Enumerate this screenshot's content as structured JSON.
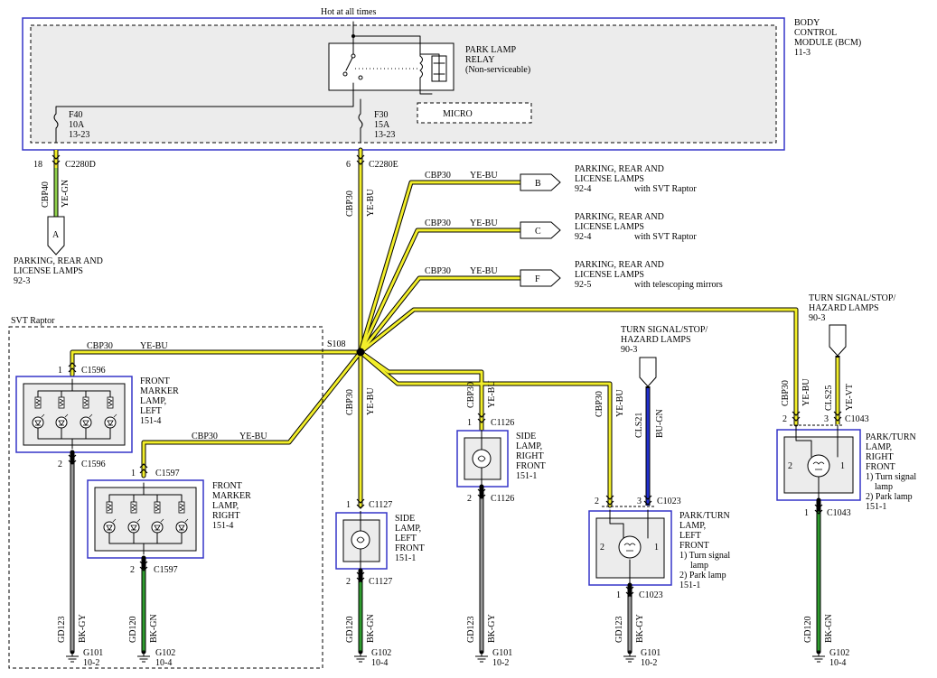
{
  "bcm": {
    "hot": "Hot at all times",
    "name": [
      "BODY",
      "CONTROL",
      "MODULE (BCM)",
      "11-3"
    ],
    "relay": [
      "PARK LAMP",
      "RELAY",
      "(Non-serviceable)"
    ],
    "micro": "MICRO",
    "fuse_left": [
      "F40",
      "10A",
      "13-23"
    ],
    "fuse_right": [
      "F30",
      "15A",
      "13-23"
    ]
  },
  "connectors": {
    "c2280d": {
      "pin": "18",
      "name": "C2280D"
    },
    "c2280e": {
      "pin": "6",
      "name": "C2280E"
    },
    "c1596_top": {
      "pin": "1",
      "name": "C1596"
    },
    "c1596_bot": {
      "pin": "2",
      "name": "C1596"
    },
    "c1597_top": {
      "pin": "1",
      "name": "C1597"
    },
    "c1597_bot": {
      "pin": "2",
      "name": "C1597"
    },
    "c1127_top": {
      "pin": "1",
      "name": "C1127"
    },
    "c1127_bot": {
      "pin": "2",
      "name": "C1127"
    },
    "c1126_top": {
      "pin": "1",
      "name": "C1126"
    },
    "c1126_bot": {
      "pin": "2",
      "name": "C1126"
    },
    "c1023_2": {
      "pin": "2",
      "name": ""
    },
    "c1023_3": {
      "pin": "3",
      "name": "C1023"
    },
    "c1023_bot": {
      "pin": "1",
      "name": "C1023"
    },
    "c1043_2": {
      "pin": "2",
      "name": ""
    },
    "c1043_3": {
      "pin": "3",
      "name": "C1043"
    },
    "c1043_bot": {
      "pin": "1",
      "name": "C1043"
    }
  },
  "wires": {
    "cbp40": {
      "circuit": "CBP40",
      "color": "YE-GN"
    },
    "cbp30": {
      "circuit": "CBP30",
      "color": "YE-BU"
    },
    "cls21": {
      "circuit": "CLS21",
      "color": "BU-GN"
    },
    "cls25": {
      "circuit": "CLS25",
      "color": "YE-VT"
    },
    "gd123": {
      "circuit": "GD123",
      "color": "BK-GY"
    },
    "gd120": {
      "circuit": "GD120",
      "color": "BK-GN"
    }
  },
  "offpage": {
    "a": {
      "letter": "A",
      "label": [
        "PARKING, REAR AND",
        "LICENSE LAMPS",
        "92-3"
      ]
    },
    "b": {
      "letter": "B",
      "label": [
        "PARKING, REAR AND",
        "LICENSE LAMPS",
        "92-4"
      ],
      "note": "with SVT Raptor"
    },
    "c": {
      "letter": "C",
      "label": [
        "PARKING, REAR AND",
        "LICENSE LAMPS",
        "92-4"
      ],
      "note": "with SVT Raptor"
    },
    "f": {
      "letter": "F",
      "label": [
        "PARKING, REAR AND",
        "LICENSE LAMPS",
        "92-5"
      ],
      "note": "with telescoping mirrors"
    },
    "turn_top": {
      "label": [
        "TURN SIGNAL/STOP/",
        "HAZARD LAMPS",
        "90-3"
      ]
    },
    "turn_mid": {
      "label": [
        "TURN SIGNAL/STOP/",
        "HAZARD LAMPS",
        "90-3"
      ]
    }
  },
  "splice": "S108",
  "svt_box": "SVT Raptor",
  "components": {
    "fml_left": [
      "FRONT",
      "MARKER",
      "LAMP,",
      "LEFT",
      "151-4"
    ],
    "fml_right": [
      "FRONT",
      "MARKER",
      "LAMP,",
      "RIGHT",
      "151-4"
    ],
    "side_left": [
      "SIDE",
      "LAMP,",
      "LEFT",
      "FRONT",
      "151-1"
    ],
    "side_right": [
      "SIDE",
      "LAMP,",
      "RIGHT",
      "FRONT",
      "151-1"
    ],
    "park_left": [
      "PARK/TURN",
      "LAMP,",
      "LEFT",
      "FRONT",
      "1) Turn signal",
      "lamp",
      "2) Park lamp",
      "151-1"
    ],
    "park_right": [
      "PARK/TURN",
      "LAMP,",
      "RIGHT",
      "FRONT",
      "1) Turn signal",
      "lamp",
      "2) Park lamp",
      "151-1"
    ],
    "bulb_pins": {
      "left": "2",
      "right": "1"
    }
  },
  "grounds": {
    "g101": {
      "name": "G101",
      "page": "10-2"
    },
    "g102": {
      "name": "G102",
      "page": "10-4"
    }
  },
  "colors": {
    "border": "#3535c8",
    "ye": "#f2ee2a",
    "gn": "#2e9c2e",
    "bu": "#2230d0",
    "gy": "#9a9a9a",
    "panel": "#ececec"
  }
}
